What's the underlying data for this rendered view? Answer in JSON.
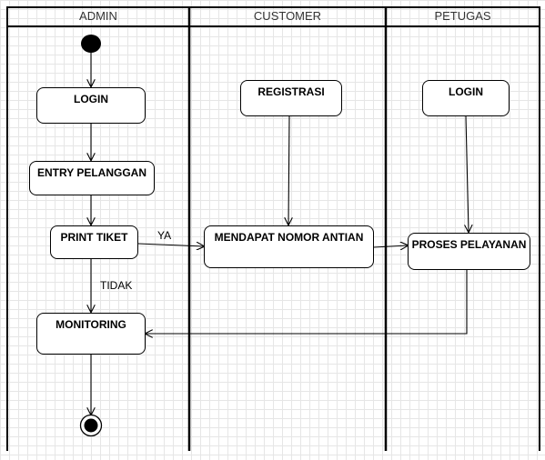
{
  "lanes": [
    {
      "title": "ADMIN"
    },
    {
      "title": "CUSTOMER"
    },
    {
      "title": "PETUGAS"
    }
  ],
  "nodes": {
    "admin_login": "LOGIN",
    "entry_pelanggan": "ENTRY PELANGGAN",
    "print_tiket": "PRINT TIKET",
    "monitoring": "MONITORING",
    "registrasi": "REGISTRASI",
    "mendapat_nomor_antian": "MENDAPAT NOMOR ANTIAN",
    "petugas_login": "LOGIN",
    "proses_pelayanan": "PROSES PELAYANAN"
  },
  "flow_labels": {
    "ya": "YA",
    "tidak": "TIDAK"
  }
}
